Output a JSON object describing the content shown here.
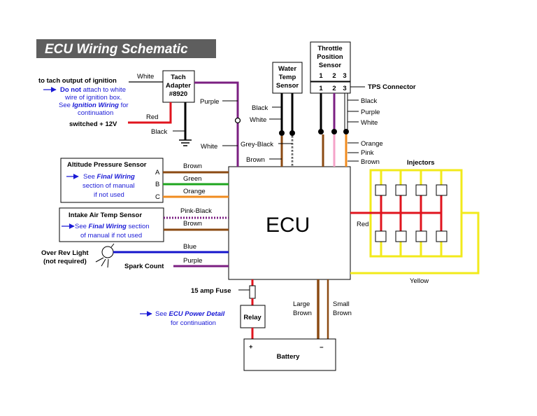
{
  "title": "ECU Wiring Schematic",
  "ecu_label": "ECU",
  "tach": {
    "box": [
      "Tach",
      "Adapter",
      "#8920"
    ],
    "white_in": "White",
    "ignition_text": "to tach output of ignition",
    "note_bold": "Do not",
    "note_rest": " attach to white",
    "note_line2": "wire of ignition box.",
    "note_see": "See ",
    "note_link": "Ignition Wiring",
    "note_for": " for",
    "note_line4": "continuation",
    "red": "Red",
    "switched": "switched + 12V",
    "black": "Black",
    "purple": "Purple",
    "white_out": "White"
  },
  "water_temp": {
    "box": [
      "Water",
      "Temp",
      "Sensor"
    ],
    "black": "Black",
    "white": "White",
    "grey_black": "Grey-Black",
    "brown": "Brown"
  },
  "throttle": {
    "box": [
      "Throttle",
      "Position",
      "Sensor"
    ],
    "pins_top": [
      "1",
      "2",
      "3"
    ],
    "pins_bottom": [
      "1",
      "2",
      "3"
    ],
    "connector": "TPS Connector",
    "wires_upper": [
      "Black",
      "Purple",
      "White"
    ],
    "wires_lower": [
      "Orange",
      "Pink",
      "Brown"
    ]
  },
  "altitude": {
    "title": "Altitude Pressure Sensor",
    "see": "See ",
    "link": "Final Wiring",
    "line2": "section of manual",
    "line3": "if not used",
    "pins": [
      "A",
      "B",
      "C"
    ],
    "wires": [
      "Brown",
      "Green",
      "Orange"
    ]
  },
  "intake": {
    "title": "Intake Air Temp Sensor",
    "see": "See ",
    "link": "Final Wiring",
    "sec": " section",
    "line2": "of manual if not used",
    "wires": [
      "Pink-Black",
      "Brown"
    ]
  },
  "over_rev": {
    "line1": "Over Rev Light",
    "line2": "(not required)",
    "wire": "Blue"
  },
  "spark": {
    "label": "Spark Count",
    "wire": "Purple"
  },
  "injectors": {
    "label": "Injectors",
    "red": "Red",
    "yellow": "Yellow"
  },
  "power": {
    "fuse": "15 amp Fuse",
    "relay": "Relay",
    "see": "See ",
    "link": "ECU Power Detail",
    "cont": "for continuation",
    "battery": "Battery",
    "plus": "+",
    "minus": "−",
    "large": [
      "Large",
      "Brown"
    ],
    "small": [
      "Small",
      "Brown"
    ]
  },
  "colors": {
    "purple": "#7b1f82",
    "brown": "#8b4a12",
    "green": "#1ea51e",
    "orange": "#f08b1e",
    "blue": "#1515cc",
    "red": "#e0141e",
    "yellow": "#f2ea1a",
    "pink": "#f5a3c8",
    "grey": "#9a9a9a",
    "title_bg": "#5e5e5e"
  }
}
